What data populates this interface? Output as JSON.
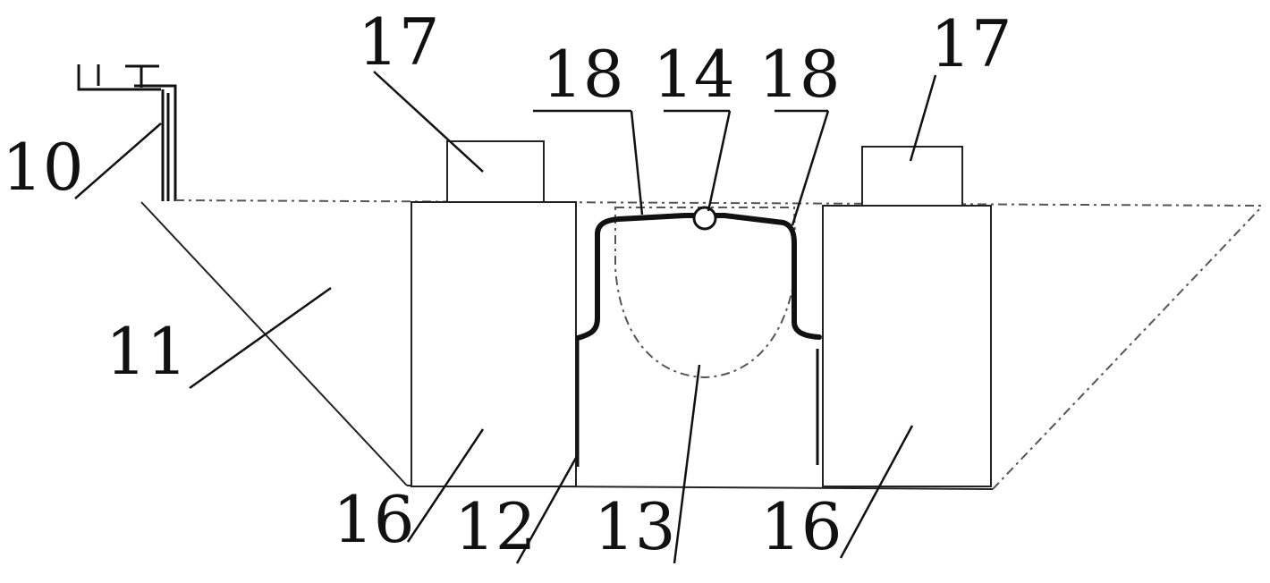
{
  "labels": {
    "l10": "10",
    "l11": "11",
    "l12": "12",
    "l13": "13",
    "l14": "14",
    "l16_left": "16",
    "l16_right": "16",
    "l17_left": "17",
    "l17_right": "17",
    "l18_left": "18",
    "l18_right": "18"
  },
  "colors": {
    "line": "#111111",
    "background": "#ffffff"
  }
}
